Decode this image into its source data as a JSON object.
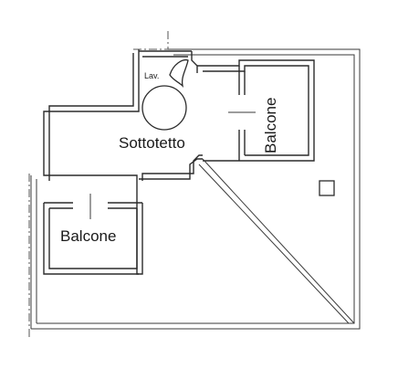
{
  "plan": {
    "rooms": {
      "attic_label": "Sottotetto",
      "balcony_left_label": "Balcone",
      "balcony_right_label": "Balcone",
      "washbasin_label": "Lav."
    },
    "colors": {
      "line": "#2b2b2b",
      "background": "#ffffff"
    },
    "icons": {
      "washbasin": "circle-fixture-icon",
      "skylight": "square-fixture-icon"
    }
  }
}
